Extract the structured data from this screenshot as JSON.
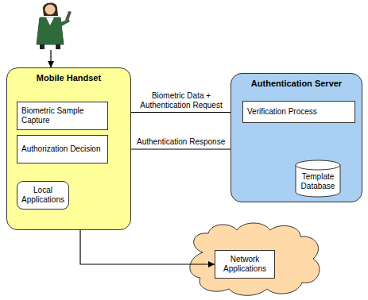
{
  "diagram": {
    "nodes": [
      {
        "text": [
          "Mobile Handset"
        ]
      },
      {
        "text": [
          "Biometric Sample Capture"
        ],
        "in": 0
      },
      {
        "text": [
          "Authorization Decision"
        ],
        "in": 0
      },
      {
        "text": [
          "Local Applications"
        ],
        "in": 0
      },
      {
        "text": [
          "Authentication Server"
        ]
      },
      {
        "text": [
          "Verification Process"
        ],
        "in": 4
      },
      {
        "text": [
          "Template Database"
        ],
        "in": 4
      },
      {
        "text": [
          "Network Applications"
        ]
      }
    ],
    "edges": [
      {
        "from": 1,
        "to": 5,
        "label": "Biometric Data + Authentication Request",
        "arrow": "to"
      },
      {
        "from": 5,
        "to": 2,
        "label": "Authentication Response",
        "arrow": "to"
      },
      {
        "from": 6,
        "to": 5,
        "arrow": "to"
      },
      {
        "from": 2,
        "to": 3,
        "arrow": "to"
      },
      {
        "from": 2,
        "to": 7,
        "arrow": "to"
      }
    ]
  }
}
